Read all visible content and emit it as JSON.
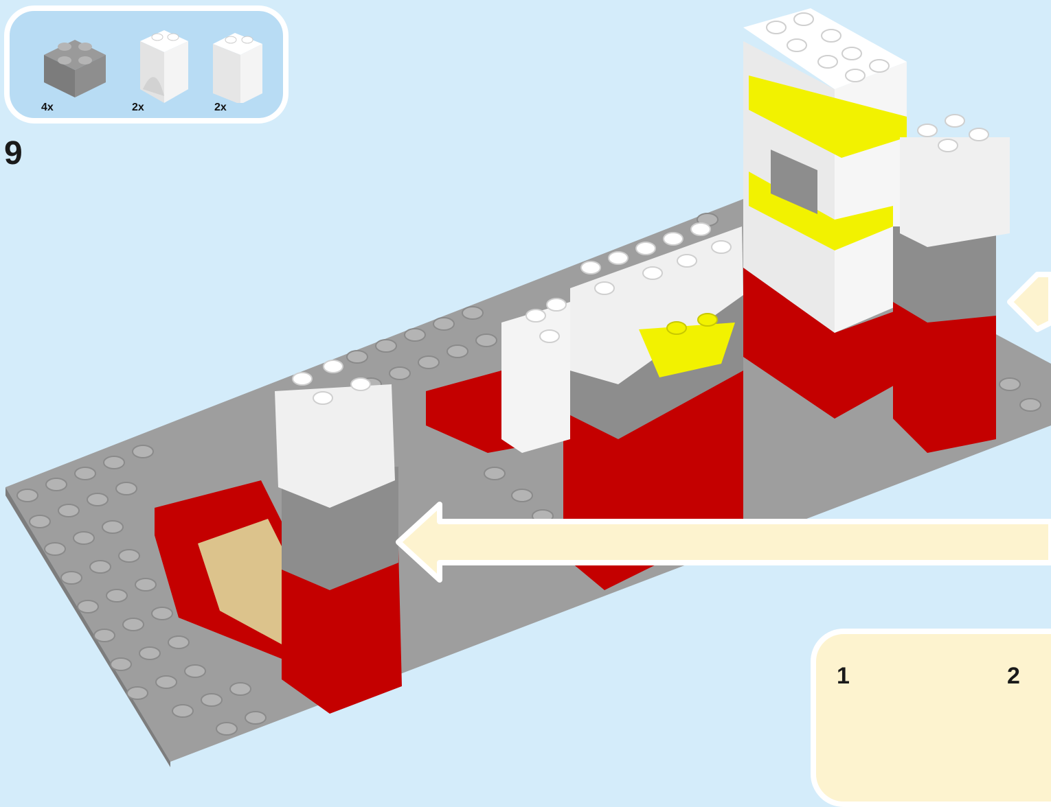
{
  "parts_list": {
    "items": [
      {
        "name": "dark-gray-2x2-brick",
        "count": "4x",
        "color": "#8c8c8c"
      },
      {
        "name": "white-arch-brick",
        "count": "2x",
        "color": "#eeeeee"
      },
      {
        "name": "white-1x2-tall-brick",
        "count": "2x",
        "color": "#f2f2f2"
      }
    ]
  },
  "step": {
    "number": "9"
  },
  "substeps": {
    "labels": [
      "1",
      "2"
    ]
  },
  "colors": {
    "background": "#d4ecfa",
    "baseplate": "#9a9a9a",
    "red": "#c40000",
    "gray_brick": "#8d8d8d",
    "white_brick": "#f0f0f0",
    "yellow": "#f2f200",
    "tan": "#dcc38c",
    "arrow": "#fdf3cf"
  }
}
